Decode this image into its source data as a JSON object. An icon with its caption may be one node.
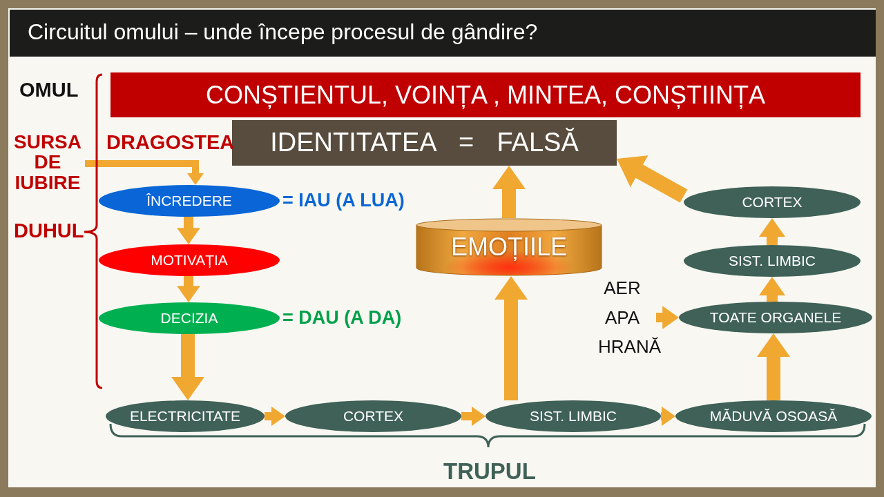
{
  "diagram": {
    "title": "Circuitul omului – unde începe procesul de gândire?",
    "nodes": [
      {
        "text": [
          "CONȘTIENTUL, VOINȚA , MINTEA, CONȘTIINȚA"
        ]
      },
      {
        "text": [
          "IDENTITATEA = FALSĂ"
        ]
      },
      {
        "text": [
          "SURSA DE IUBIRE"
        ]
      },
      {
        "text": [
          "ÎNCREDERE"
        ],
        "beside": [
          "= IAU (A LUA)"
        ]
      },
      {
        "text": [
          "MOTIVAȚIA"
        ]
      },
      {
        "text": [
          "DECIZIA"
        ],
        "beside": [
          "= DAU (A DA)"
        ]
      },
      {
        "text": [
          "EMOȚIILE"
        ]
      },
      {
        "text": [
          "CORTEX"
        ]
      },
      {
        "text": [
          "SIST. LIMBIC"
        ]
      },
      {
        "text": [
          "AER APA HRANĂ"
        ]
      },
      {
        "text": [
          "TOATE ORGANELE"
        ]
      },
      {
        "text": [
          "ELECTRICITATE"
        ]
      },
      {
        "text": [
          "CORTEX"
        ]
      },
      {
        "text": [
          "SIST. LIMBIC"
        ]
      },
      {
        "text": [
          "MĂDUVĂ OSOASĂ"
        ]
      }
    ],
    "edges": [
      {
        "from": 2,
        "to": 3,
        "arrow": "to"
      },
      {
        "from": 3,
        "to": 4,
        "arrow": "to"
      },
      {
        "from": 4,
        "to": 5,
        "arrow": "to"
      },
      {
        "from": 5,
        "to": 11,
        "arrow": "to"
      },
      {
        "from": 11,
        "to": 12,
        "arrow": "to"
      },
      {
        "from": 12,
        "to": 13,
        "arrow": "to"
      },
      {
        "from": 13,
        "to": 6,
        "arrow": "to"
      },
      {
        "from": 6,
        "to": 1,
        "arrow": "to"
      },
      {
        "from": 13,
        "to": 14,
        "arrow": "to"
      },
      {
        "from": 14,
        "to": 10,
        "arrow": "to"
      },
      {
        "from": 10,
        "to": 8,
        "arrow": "to"
      },
      {
        "from": 8,
        "to": 7,
        "arrow": "to"
      },
      {
        "from": 7,
        "to": 1,
        "arrow": "to"
      },
      {
        "from": 9,
        "to": 10,
        "arrow": "to"
      }
    ],
    "labels": [
      "OMUL",
      "DRAGOSTEA",
      "DUHUL",
      "TRUPUL"
    ]
  }
}
